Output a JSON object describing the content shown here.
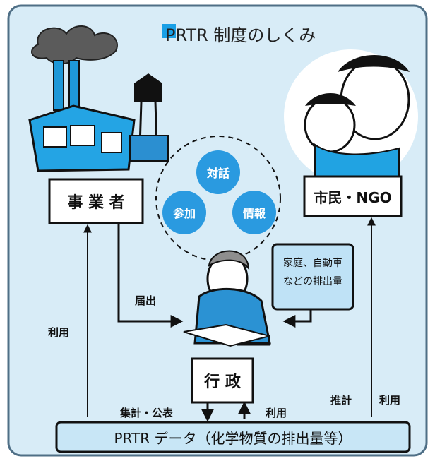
{
  "title": "PRTR 制度のしくみ",
  "nodes": {
    "business": "事 業 者",
    "citizens": "市民・NGO",
    "government": "行 政",
    "data": "PRTR データ（化学物質の排出量等）",
    "household": [
      "家庭、自動車",
      "などの排出量"
    ]
  },
  "circles": [
    "対話",
    "参加",
    "情報"
  ],
  "labels": {
    "report": "届出",
    "use_left": "利用",
    "aggregate": "集計・公表",
    "use_gov": "利用",
    "estimate": "推計",
    "use_right": "利用"
  },
  "colors": {
    "background": "#d8ecf7",
    "accent": "#1aa0e6",
    "data_box": "#c8e6f6",
    "household_box": "#bfe2f6"
  }
}
